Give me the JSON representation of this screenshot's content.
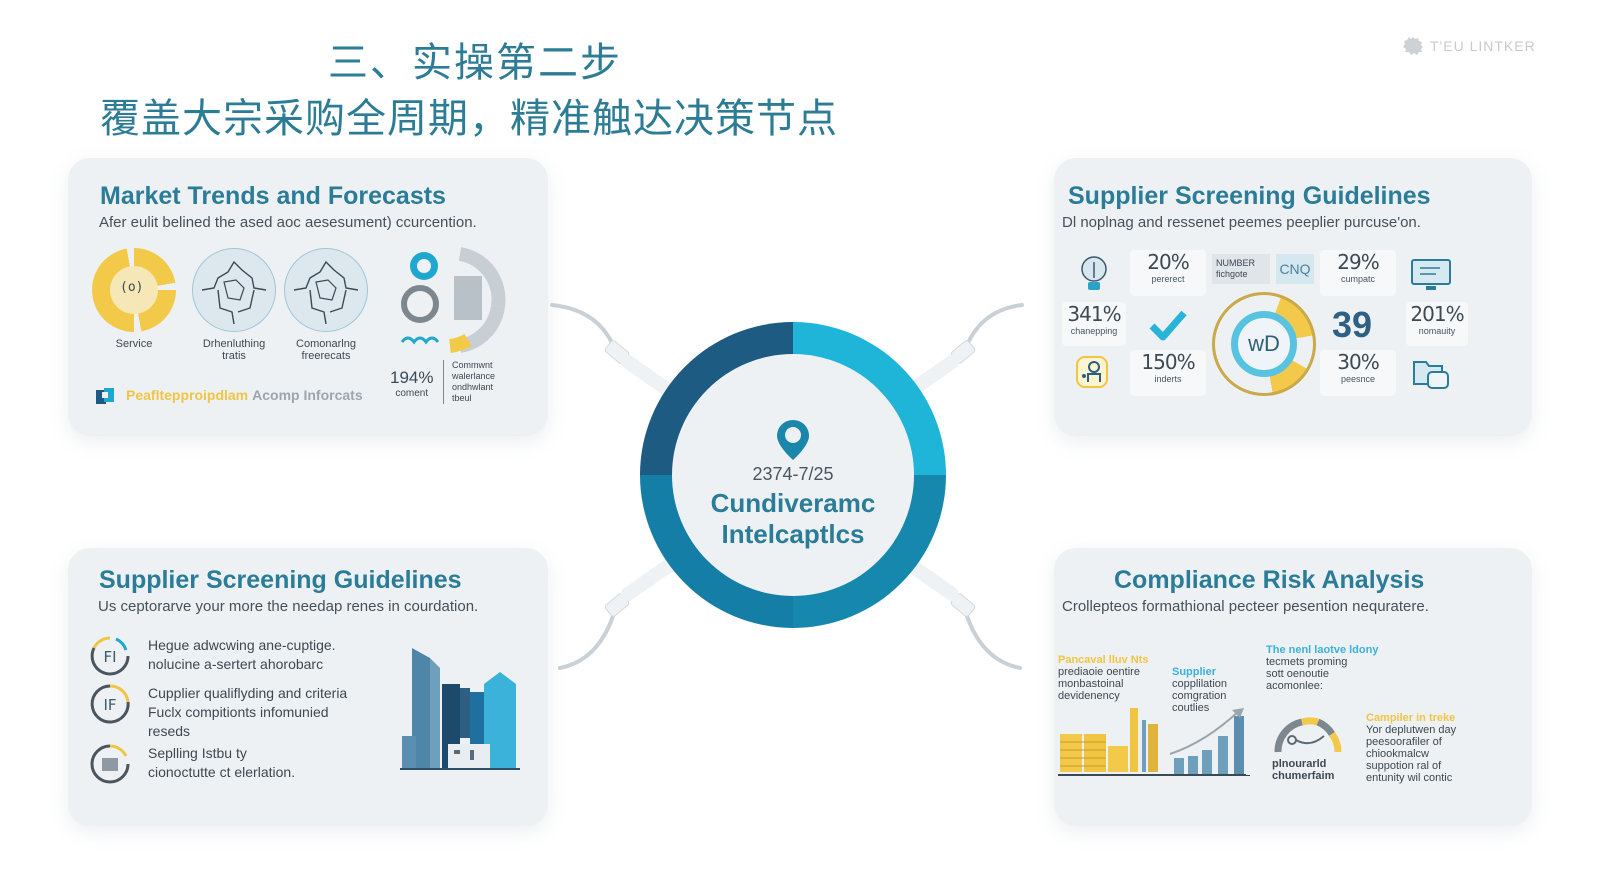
{
  "header": {
    "title_line1": "三、实操第二步",
    "title_line2": "覆盖大宗采购全周期，精准触达决策节点",
    "brand_icon": "gear-icon",
    "brand_text": "T'EU LINTKER"
  },
  "colors": {
    "title": "#2c7c96",
    "card_bg": "#eef1f3",
    "ring_dark": "#1d5b82",
    "ring_light": "#1fb5d9",
    "ring_mid": "#1788ad",
    "accent_yellow": "#f3c94a"
  },
  "center": {
    "icon": "location-pin-icon",
    "date": "2374-7/25",
    "title_line1": "Cundiveramc",
    "title_line2": "Intelcaptlcs"
  },
  "cards": {
    "market_trends": {
      "title": "Market Trends and Forecasts",
      "subtitle": "Afer eulit belined the ased aoc aesesument) ccurcention.",
      "icons": [
        {
          "icon": "donut-chart-icon",
          "label": "Service"
        },
        {
          "icon": "map-globe-icon",
          "label_line1": "Drhenluthing",
          "label_line2": "tratis"
        },
        {
          "icon": "map-globe-icon",
          "label_line1": "Comonarlng",
          "label_line2": "freerecats"
        }
      ],
      "side_stat": {
        "value": "194%",
        "label": "coment"
      },
      "side_note": [
        "Commwnt",
        "walerlance",
        "ondhwlant",
        "tbeul"
      ],
      "footer_icon": "cube-logo-icon",
      "footer_highlight": "Peafltepproipdlam",
      "footer_text": "Acomp Inforcats"
    },
    "supplier_screening_top": {
      "title": "Supplier Screening Guidelines",
      "subtitle": "Dl noplnag and ressenet peemes peeplier purcuse'on.",
      "stats": [
        {
          "value": "20%",
          "label": "pererect"
        },
        {
          "value": "29%",
          "label": "cumpatc"
        },
        {
          "value": "341%",
          "label": "chanepping"
        },
        {
          "value": "39",
          "label": ""
        },
        {
          "value": "201%",
          "label": "nomauity"
        },
        {
          "value": "150%",
          "label": "inderts"
        },
        {
          "value": "30%",
          "label": "peesnce"
        }
      ],
      "tag_number": "NUMBER",
      "tag_number_sub": "fichgote",
      "tag_code": "CNQ",
      "center_badge": "wD",
      "icons": [
        "lightbulb-icon",
        "checkmark-icon",
        "monitor-icon",
        "people-icon",
        "folder-icon"
      ]
    },
    "supplier_screening_bottom": {
      "title": "Supplier Screening Guidelines",
      "subtitle": "Us ceptorarve your more the needap renes in courdation.",
      "items": [
        {
          "icon": "fi-badge-icon",
          "glyph": "FI",
          "line1": "Hegue adwcwing ane-cuptige.",
          "line2": "nolucine a-sertert ahorobarc"
        },
        {
          "icon": "if-badge-icon",
          "glyph": "IF",
          "line1": "Cupplier qualiflyding and criteria",
          "line2": "Fuclx compitionts infomunied",
          "line3": "reseds"
        },
        {
          "icon": "document-badge-icon",
          "glyph": "",
          "line1": "Seplling Istbu ty",
          "line2": "cionoctutte ct elerlation."
        }
      ],
      "illustration": "buildings-icon"
    },
    "compliance_risk": {
      "title": "Compliance Risk Analysis",
      "subtitle": "Crollepteos formathional pecteer pesention nequratere.",
      "block1": {
        "head": "Pancaval lluv Nts",
        "lines": [
          "prediaoie oentire",
          "monbastoinal",
          "devidenency"
        ]
      },
      "block2": {
        "head": "Supplier",
        "lines": [
          "copplilation",
          "comgration",
          "coutlies"
        ]
      },
      "block3": {
        "head": "The nenl laotve ldony",
        "lines": [
          "tecmets proming",
          "sott oenoutie",
          "acomonlee:"
        ]
      },
      "block4": {
        "head": "Campiler in treke",
        "lines": [
          "Yor deplutwen day",
          "peesoorafiler of",
          "chiookmalcw",
          "suppotion ral of",
          "entunity wil contic"
        ]
      },
      "gauge_label_line1": "plnourarld",
      "gauge_label_line2": "chumerfaim",
      "icons": [
        "coin-stack-icon",
        "bar-chart-icon",
        "gauge-icon"
      ]
    }
  }
}
